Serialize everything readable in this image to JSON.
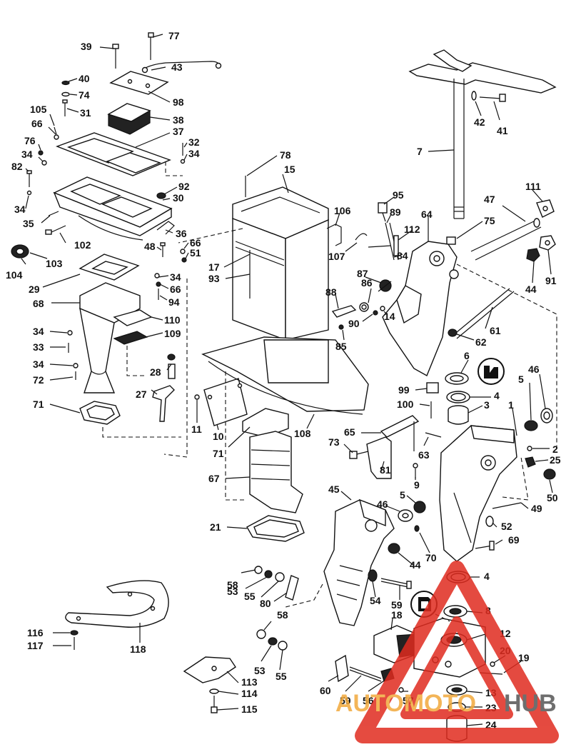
{
  "labels": {
    "p77": "77",
    "p39": "39",
    "p43": "43",
    "p40": "40",
    "p74": "74",
    "p98": "98",
    "p105": "105",
    "p31": "31",
    "p66a": "66",
    "p38": "38",
    "p37": "37",
    "p76": "76",
    "p32": "32",
    "p34a": "34",
    "p34b": "34",
    "p82": "82",
    "p78": "78",
    "p15": "15",
    "p92": "92",
    "p30": "30",
    "p34c": "34",
    "p35": "35",
    "p102": "102",
    "p36": "36",
    "p66b": "66",
    "p51": "51",
    "p48": "48",
    "p104": "104",
    "p103": "103",
    "p34d": "34",
    "p29": "29",
    "p66c": "66",
    "p94": "94",
    "p68": "68",
    "p110": "110",
    "p34e": "34",
    "p109": "109",
    "p33": "33",
    "p34f": "34",
    "p28": "28",
    "p72": "72",
    "p27": "27",
    "p71a": "71",
    "p11": "11",
    "p10": "10",
    "p71b": "71",
    "p108": "108",
    "p17": "17",
    "p93": "93",
    "p67": "67",
    "p21": "21",
    "p95": "95",
    "p106": "106",
    "p89": "89",
    "p107": "107",
    "p112": "112",
    "p64": "64",
    "p75": "75",
    "p84": "84",
    "p87": "87",
    "p86": "86",
    "p88": "88",
    "p90": "90",
    "p14": "14",
    "p85": "85",
    "p7": "7",
    "p42": "42",
    "p41": "41",
    "p111": "111",
    "p47": "47",
    "p44a": "44",
    "p91": "91",
    "p62": "62",
    "p61": "61",
    "p6": "6",
    "p46a": "46",
    "p99": "99",
    "p4a": "4",
    "p5a": "5",
    "p100": "100",
    "p3": "3",
    "p1": "1",
    "p65": "65",
    "p73": "73",
    "p63": "63",
    "p81": "81",
    "p9": "9",
    "p2": "2",
    "p25": "25",
    "p50": "50",
    "p45": "45",
    "p5b": "5",
    "p46b": "46",
    "p49": "49",
    "p52": "52",
    "p69": "69",
    "p70": "70",
    "p44b": "44",
    "p4b": "4",
    "p8": "8",
    "p58a": "58",
    "p53a": "53",
    "p55a": "55",
    "p80": "80",
    "p54": "54",
    "p59a": "59",
    "p58b": "58",
    "p18": "18",
    "p12": "12",
    "p53b": "53",
    "p55b": "55",
    "p20": "20",
    "p19": "19",
    "p116": "116",
    "p117": "117",
    "p118": "118",
    "p113": "113",
    "p114": "114",
    "p115": "115",
    "p60": "60",
    "p59b": "59",
    "p56": "56",
    "p57": "57",
    "p13": "13",
    "p23": "23",
    "p24": "24"
  },
  "watermark": {
    "text_left": "AUTOMOTO",
    "text_right": "HUB",
    "color_red": "#e02b1f",
    "color_orange": "#f2a93b",
    "color_dark": "#555555"
  }
}
